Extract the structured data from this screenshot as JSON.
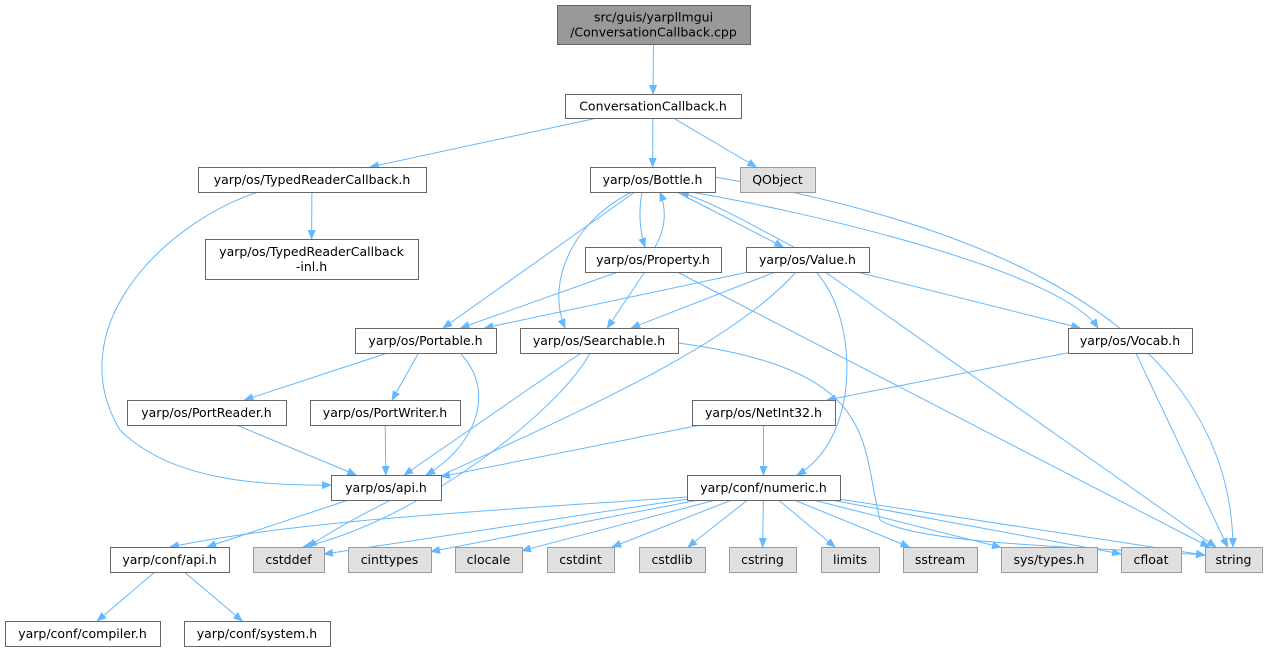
{
  "colors": {
    "edge": "#63b8ff",
    "root_fill": "#999999",
    "root_stroke": "#666666",
    "internal_fill": "#ffffff",
    "internal_stroke": "#666666",
    "external_fill": "#e0e0e0",
    "external_stroke": "#999999",
    "text": "#000000"
  },
  "nodes": [
    {
      "id": "root",
      "kind": "root",
      "lines": [
        "src/guis/yarpllmgui",
        "/ConversationCallback.cpp"
      ]
    },
    {
      "id": "convcb",
      "kind": "internal",
      "lines": [
        "ConversationCallback.h"
      ]
    },
    {
      "id": "typedreadercb",
      "kind": "internal",
      "lines": [
        "yarp/os/TypedReaderCallback.h"
      ]
    },
    {
      "id": "bottle",
      "kind": "internal",
      "lines": [
        "yarp/os/Bottle.h"
      ]
    },
    {
      "id": "qobject",
      "kind": "external",
      "lines": [
        "QObject"
      ]
    },
    {
      "id": "typedreadercbinl",
      "kind": "internal",
      "lines": [
        "yarp/os/TypedReaderCallback",
        "-inl.h"
      ]
    },
    {
      "id": "property",
      "kind": "internal",
      "lines": [
        "yarp/os/Property.h"
      ]
    },
    {
      "id": "value",
      "kind": "internal",
      "lines": [
        "yarp/os/Value.h"
      ]
    },
    {
      "id": "portable",
      "kind": "internal",
      "lines": [
        "yarp/os/Portable.h"
      ]
    },
    {
      "id": "searchable",
      "kind": "internal",
      "lines": [
        "yarp/os/Searchable.h"
      ]
    },
    {
      "id": "vocab",
      "kind": "internal",
      "lines": [
        "yarp/os/Vocab.h"
      ]
    },
    {
      "id": "portreader",
      "kind": "internal",
      "lines": [
        "yarp/os/PortReader.h"
      ]
    },
    {
      "id": "portwriter",
      "kind": "internal",
      "lines": [
        "yarp/os/PortWriter.h"
      ]
    },
    {
      "id": "netint32",
      "kind": "internal",
      "lines": [
        "yarp/os/NetInt32.h"
      ]
    },
    {
      "id": "osapi",
      "kind": "internal",
      "lines": [
        "yarp/os/api.h"
      ]
    },
    {
      "id": "numeric",
      "kind": "internal",
      "lines": [
        "yarp/conf/numeric.h"
      ]
    },
    {
      "id": "confapi",
      "kind": "internal",
      "lines": [
        "yarp/conf/api.h"
      ]
    },
    {
      "id": "cstddef",
      "kind": "external",
      "lines": [
        "cstddef"
      ]
    },
    {
      "id": "cinttypes",
      "kind": "external",
      "lines": [
        "cinttypes"
      ]
    },
    {
      "id": "clocale",
      "kind": "external",
      "lines": [
        "clocale"
      ]
    },
    {
      "id": "cstdint",
      "kind": "external",
      "lines": [
        "cstdint"
      ]
    },
    {
      "id": "cstdlib",
      "kind": "external",
      "lines": [
        "cstdlib"
      ]
    },
    {
      "id": "cstring",
      "kind": "external",
      "lines": [
        "cstring"
      ]
    },
    {
      "id": "limits",
      "kind": "external",
      "lines": [
        "limits"
      ]
    },
    {
      "id": "sstream",
      "kind": "external",
      "lines": [
        "sstream"
      ]
    },
    {
      "id": "systypes",
      "kind": "external",
      "lines": [
        "sys/types.h"
      ]
    },
    {
      "id": "cfloat",
      "kind": "external",
      "lines": [
        "cfloat"
      ]
    },
    {
      "id": "string",
      "kind": "external",
      "lines": [
        "string"
      ]
    },
    {
      "id": "compiler",
      "kind": "internal",
      "lines": [
        "yarp/conf/compiler.h"
      ]
    },
    {
      "id": "system",
      "kind": "internal",
      "lines": [
        "yarp/conf/system.h"
      ]
    }
  ],
  "edges": [
    [
      "root",
      "convcb"
    ],
    [
      "convcb",
      "typedreadercb"
    ],
    [
      "convcb",
      "bottle"
    ],
    [
      "convcb",
      "qobject"
    ],
    [
      "typedreadercb",
      "typedreadercbinl"
    ],
    [
      "typedreadercb",
      "osapi"
    ],
    [
      "bottle",
      "property"
    ],
    [
      "bottle",
      "value"
    ],
    [
      "bottle",
      "portable"
    ],
    [
      "bottle",
      "searchable"
    ],
    [
      "bottle",
      "vocab"
    ],
    [
      "bottle",
      "string"
    ],
    [
      "property",
      "bottle"
    ],
    [
      "property",
      "portable"
    ],
    [
      "property",
      "searchable"
    ],
    [
      "property",
      "string"
    ],
    [
      "value",
      "bottle"
    ],
    [
      "value",
      "portable"
    ],
    [
      "value",
      "searchable"
    ],
    [
      "value",
      "vocab"
    ],
    [
      "value",
      "numeric"
    ],
    [
      "value",
      "cstddef"
    ],
    [
      "value",
      "string"
    ],
    [
      "portable",
      "portreader"
    ],
    [
      "portable",
      "portwriter"
    ],
    [
      "portable",
      "osapi"
    ],
    [
      "searchable",
      "osapi"
    ],
    [
      "searchable",
      "cstddef"
    ],
    [
      "searchable",
      "string"
    ],
    [
      "vocab",
      "netint32"
    ],
    [
      "vocab",
      "string"
    ],
    [
      "portreader",
      "osapi"
    ],
    [
      "portwriter",
      "osapi"
    ],
    [
      "netint32",
      "osapi"
    ],
    [
      "netint32",
      "numeric"
    ],
    [
      "osapi",
      "confapi"
    ],
    [
      "numeric",
      "confapi"
    ],
    [
      "numeric",
      "cstddef"
    ],
    [
      "numeric",
      "cinttypes"
    ],
    [
      "numeric",
      "clocale"
    ],
    [
      "numeric",
      "cstdint"
    ],
    [
      "numeric",
      "cstdlib"
    ],
    [
      "numeric",
      "cstring"
    ],
    [
      "numeric",
      "limits"
    ],
    [
      "numeric",
      "sstream"
    ],
    [
      "numeric",
      "systypes"
    ],
    [
      "numeric",
      "cfloat"
    ],
    [
      "numeric",
      "string"
    ],
    [
      "confapi",
      "compiler"
    ],
    [
      "confapi",
      "system"
    ]
  ]
}
